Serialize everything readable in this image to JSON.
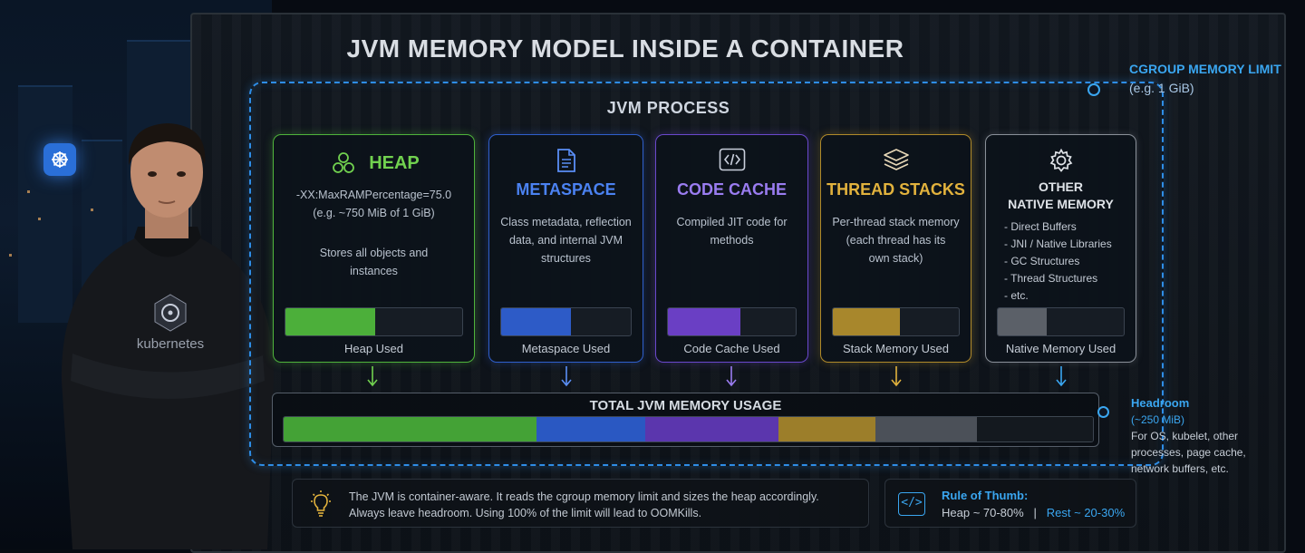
{
  "title": "JVM MEMORY MODEL INSIDE A CONTAINER",
  "cgroup": {
    "name": "CGROUP MEMORY LIMIT",
    "example": "(e.g. 1 GiB)"
  },
  "jvm_process_label": "JVM PROCESS",
  "person_hoodie_text": "kubernetes",
  "cards": {
    "heap": {
      "title": "HEAP",
      "flag": "-XX:MaxRAMPercentage=75.0",
      "example": "(e.g. ~750 MiB of 1 GiB)",
      "desc_line1": "Stores all objects and",
      "desc_line2": "instances",
      "bar_label": "Heap Used",
      "used_fraction": 0.51,
      "color": "#4caf3a"
    },
    "metaspace": {
      "title": "METASPACE",
      "desc_line1": "Class metadata, reflection",
      "desc_line2": "data, and internal JVM",
      "desc_line3": "structures",
      "bar_label": "Metaspace Used",
      "used_fraction": 0.54,
      "color": "#2d5bc7"
    },
    "code_cache": {
      "title": "CODE CACHE",
      "desc_line1": "Compiled JIT code for",
      "desc_line2": "methods",
      "bar_label": "Code Cache Used",
      "used_fraction": 0.57,
      "color": "#6a3fc4"
    },
    "thread_stacks": {
      "title": "THREAD STACKS",
      "desc_line1": "Per-thread stack memory",
      "desc_line2": "(each thread has its",
      "desc_line3": "own stack)",
      "bar_label": "Stack Memory Used",
      "used_fraction": 0.53,
      "color": "#a8872c"
    },
    "native": {
      "title_line1": "OTHER",
      "title_line2": "NATIVE MEMORY",
      "items": [
        "- Direct Buffers",
        "- JNI / Native Libraries",
        "- GC Structures",
        "- Thread Structures",
        "- etc."
      ],
      "bar_label": "Native Memory Used",
      "used_fraction": 0.39,
      "color": "#5b6068"
    }
  },
  "total": {
    "label": "TOTAL JVM MEMORY USAGE",
    "segments": [
      {
        "name": "heap",
        "fraction": 0.312,
        "color": "#44a236"
      },
      {
        "name": "metaspace",
        "fraction": 0.135,
        "color": "#2a58c2"
      },
      {
        "name": "code_cache",
        "fraction": 0.164,
        "color": "#5b36ad"
      },
      {
        "name": "thread_stacks",
        "fraction": 0.12,
        "color": "#9c7e2a"
      },
      {
        "name": "native",
        "fraction": 0.126,
        "color": "#4b5058"
      },
      {
        "name": "headroom",
        "fraction": 0.143,
        "color": "#14191f"
      }
    ]
  },
  "headroom": {
    "name": "Headroom",
    "value": "(~250 MiB)",
    "line1": "For OS, kubelet, other",
    "line2": "processes, page cache,",
    "line3": "network buffers, etc."
  },
  "note": {
    "line1": "The JVM is container-aware. It reads the cgroup memory limit and sizes the heap accordingly.",
    "line2": "Always leave headroom. Using 100% of the limit will lead to OOMKills."
  },
  "rule": {
    "title": "Rule of Thumb:",
    "heap": "Heap ~ 70-80%",
    "sep": "|",
    "rest": "Rest ~ 20-30%",
    "icon_text": "</>"
  },
  "icons": {
    "heap": "cubes-icon",
    "metaspace": "document-icon",
    "code_cache": "code-icon",
    "thread_stacks": "layers-icon",
    "native": "gear-icon",
    "note": "lightbulb-icon",
    "rule": "code-icon"
  }
}
